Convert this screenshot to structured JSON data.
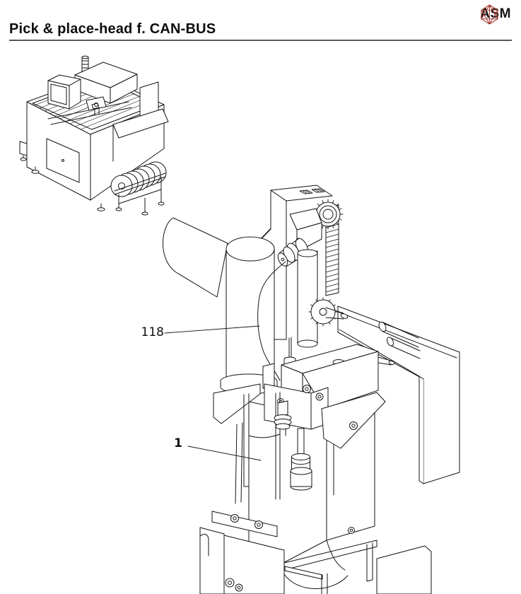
{
  "header": {
    "title": "Pick & place-head f. CAN-BUS"
  },
  "brand": {
    "name": "ASM",
    "logo_icon": "wireframe-polyhedron",
    "logo_color": "#A23B33"
  },
  "figure": {
    "description_overview": "isometric line drawing of SMT placement machine",
    "description_main": "isometric line drawing of pick & place head assembly",
    "callouts": [
      {
        "ref": "118"
      },
      {
        "ref": "1"
      }
    ]
  },
  "colors": {
    "background": "#ffffff",
    "line": "#141414",
    "rule": "#585858"
  }
}
